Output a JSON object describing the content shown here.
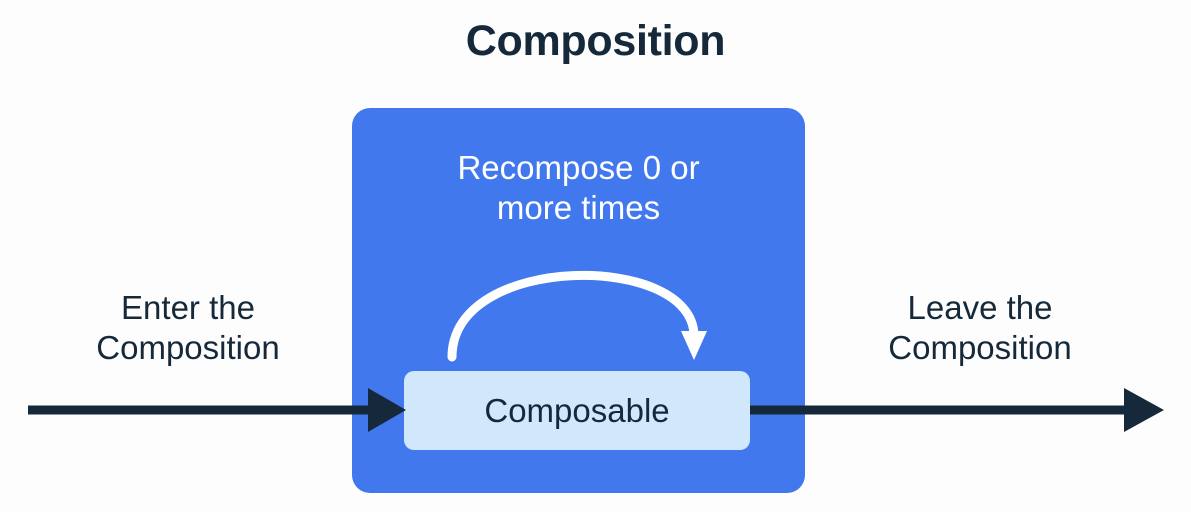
{
  "diagram": {
    "title": "Composition",
    "background_color": "#fdfdfd",
    "outer_box": {
      "name": "composition-region",
      "fill_color": "#4278ee",
      "caption": "Recompose 0 or\nmore times",
      "caption_color": "#ffffff"
    },
    "inner_box": {
      "name": "composable-node",
      "label": "Composable",
      "fill_color": "#d0e7fc",
      "label_color": "#15293a"
    },
    "loop_arrow": {
      "name": "recompose-loop-arrow",
      "color": "#ffffff",
      "description": "curved self-loop above Composable"
    },
    "flow": {
      "enter_label": "Enter the\nComposition",
      "leave_label": "Leave the\nComposition",
      "arrow_color": "#15293a"
    },
    "colors": {
      "accent_blue": "#4278ee",
      "light_blue": "#d0e7fc",
      "navy": "#15293a",
      "white": "#ffffff"
    }
  }
}
